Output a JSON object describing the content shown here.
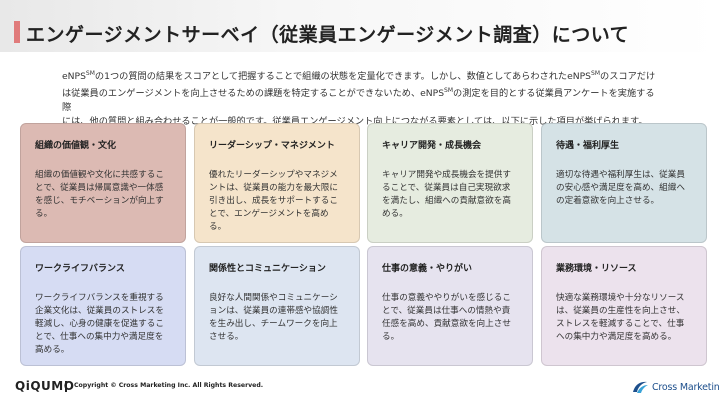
{
  "header": {
    "title": "エンゲージメントサーベイ（従業員エンゲージメント調査）について"
  },
  "intro": {
    "line1_pre": "eNPS",
    "sm": "SM",
    "line1_mid": "の1つの質問の結果をスコアとして把握することで組織の状態を定量化できます。しかし、数値としてあらわされたeNPS",
    "line1_post": "のスコアだけ",
    "line2_pre": "は従業員のエンゲージメントを向上させるための課題を特定することができないため、eNPS",
    "line2_post": "の測定を目的とする従業員アンケートを実施する際",
    "line3": "には、他の質問と組み合わせることが一般的です。従業員エンゲージメント向上につながる要素としては、以下に示した項目が挙げられます。"
  },
  "cards": [
    {
      "title": "組織の価値観・文化",
      "body": "組織の価値観や文化に共感することで、従業員は帰属意識や一体感を感じ、モチベーションが向上する。",
      "color": "#dcbab3"
    },
    {
      "title": "リーダーシップ・マネジメント",
      "body": "優れたリーダーシップやマネジメントは、従業員の能力を最大限に引き出し、成長をサポートすることで、エンゲージメントを高める。",
      "color": "#f5e4cb"
    },
    {
      "title": "キャリア開発・成長機会",
      "body": "キャリア開発や成長機会を提供することで、従業員は自己実現欲求を満たし、組織への貢献意欲を高める。",
      "color": "#e6ece0"
    },
    {
      "title": "待遇・福利厚生",
      "body": "適切な待遇や福利厚生は、従業員の安心感や満足度を高め、組織への定着意欲を向上させる。",
      "color": "#d5e2e6"
    },
    {
      "title": "ワークライフバランス",
      "body": "ワークライフバランスを重視する企業文化は、従業員のストレスを軽減し、心身の健康を促進することで、仕事への集中力や満足度を高める。",
      "color": "#d6dcf3"
    },
    {
      "title": "関係性とコミュニケーション",
      "body": "良好な人間関係やコミュニケーションは、従業員の連帯感や協調性を生み出し、チームワークを向上させる。",
      "color": "#dde5f1"
    },
    {
      "title": "仕事の意義・やりがい",
      "body": "仕事の意義ややりがいを感じることで、従業員は仕事への情熱や責任感を高め、貢献意欲を向上させる。",
      "color": "#e6e3ef"
    },
    {
      "title": "業務環境・リソース",
      "body": "快適な業務環境や十分なリソースは、従業員の生産性を向上させ、ストレスを軽減することで、仕事への集中力や満足度を高める。",
      "color": "#ece2ed"
    }
  ],
  "footer": {
    "logo": "QiQUMO",
    "copyright": "Copyright © Cross Marketing Inc. All Rights Reserved.",
    "brand": "Cross Marketing"
  }
}
